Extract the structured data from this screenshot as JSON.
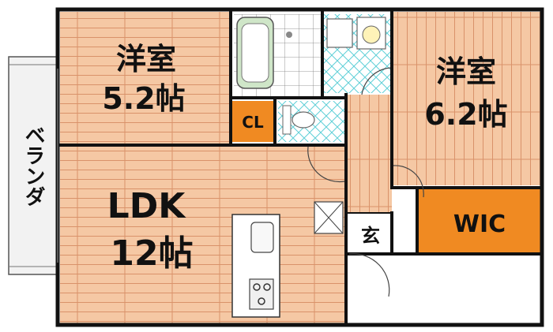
{
  "rooms": {
    "western_room_1": {
      "name": "洋室",
      "size": "5.2帖"
    },
    "western_room_2": {
      "name": "洋室",
      "size": "6.2帖"
    },
    "ldk": {
      "name": "LDK",
      "size": "12帖"
    }
  },
  "labels": {
    "closet": "CL",
    "walk_in_closet": "WIC",
    "entrance": "玄",
    "veranda": "ベランダ"
  },
  "colors": {
    "wood_floor": "#f5c8a4",
    "wood_line": "#d9926a",
    "closet_orange": "#f08a22",
    "tile_cyan": "#b8ecef",
    "wall": "#111111",
    "wet_area": "#ffffff"
  }
}
